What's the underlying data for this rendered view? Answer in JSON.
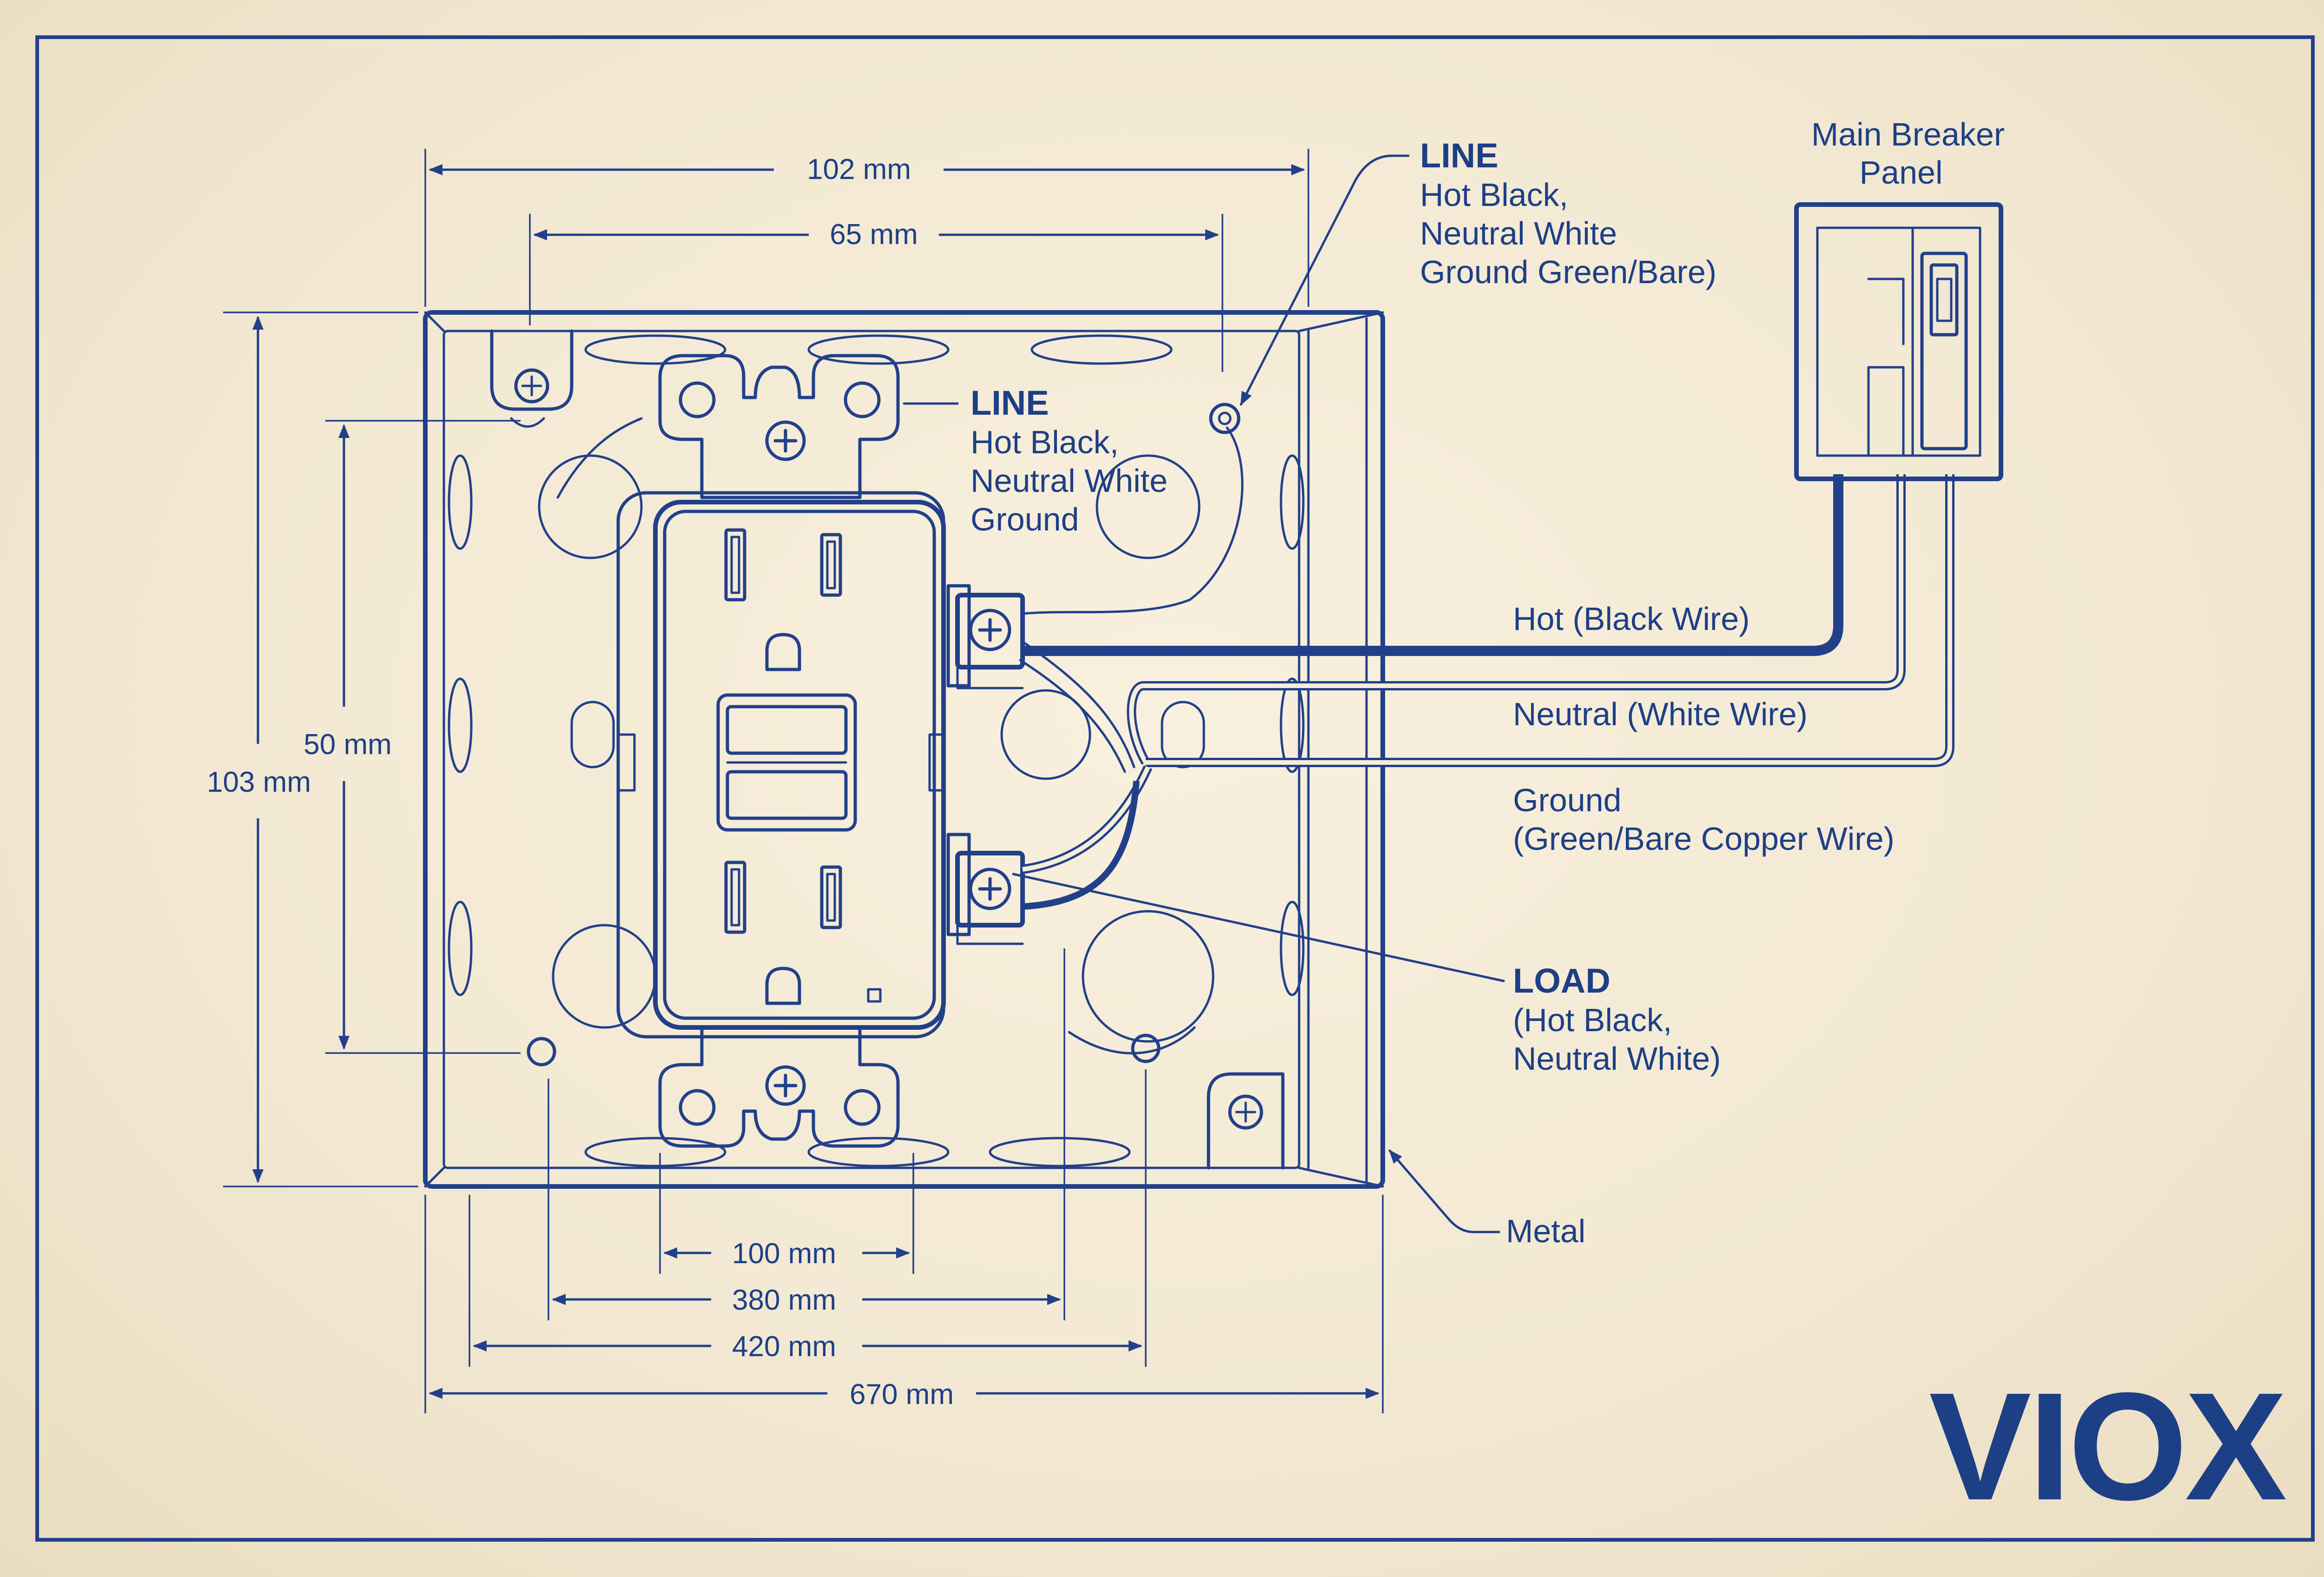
{
  "dimensions": {
    "top_outer": "102 mm",
    "top_inner": "65 mm",
    "left_inner": "50 mm",
    "left_outer": "103 mm",
    "bottom_1": "100 mm",
    "bottom_2": "380 mm",
    "bottom_3": "420 mm",
    "bottom_4": "670 mm"
  },
  "labels": {
    "line_top": {
      "title": "LINE",
      "line1": "Hot Black,",
      "line2": "Neutral White",
      "line3": "Ground Green/Bare)"
    },
    "line_side": {
      "title": "LINE",
      "line1": "Hot Black,",
      "line2": "Neutral White",
      "line3": "Ground"
    },
    "panel": {
      "line1": "Main Breaker",
      "line2": "Panel"
    },
    "hot_wire": "Hot (Black Wire)",
    "neutral_wire": "Neutral (White Wire)",
    "ground_wire": {
      "line1": "Ground",
      "line2": "(Green/Bare Copper Wire)"
    },
    "load": {
      "title": "LOAD",
      "line1": "(Hot Black,",
      "line2": "Neutral White)"
    },
    "metal": "Metal"
  },
  "brand": "VIOX",
  "colors": {
    "ink": "#22408a",
    "paper": "#f3ead6"
  }
}
